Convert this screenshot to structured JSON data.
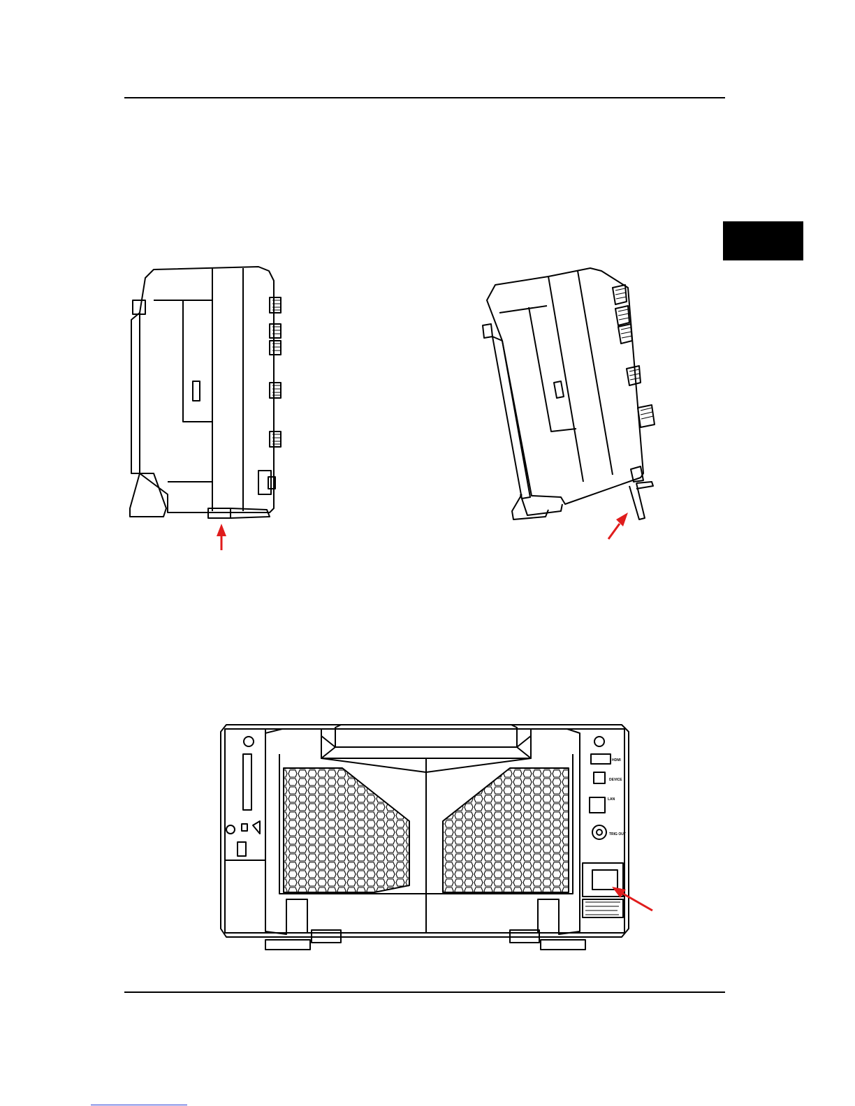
{
  "document": {
    "figures": {
      "side_view_left": {
        "annotation": "arrow"
      },
      "side_view_right": {
        "annotation": "arrow"
      },
      "rear_panel": {
        "port_labels": {
          "hdmi": "HDMI",
          "device": "DEVICE",
          "lan": "LAN",
          "trig_out": "TRIG OUT"
        },
        "annotation": "arrow"
      }
    }
  },
  "colors": {
    "arrow": "#e01c1c",
    "line": "#000000",
    "tab": "#000000"
  },
  "icons": [
    "arrow-icon",
    "hdmi-port-icon",
    "usb-device-port-icon",
    "lan-port-icon",
    "bnc-connector-icon",
    "power-socket-icon"
  ]
}
